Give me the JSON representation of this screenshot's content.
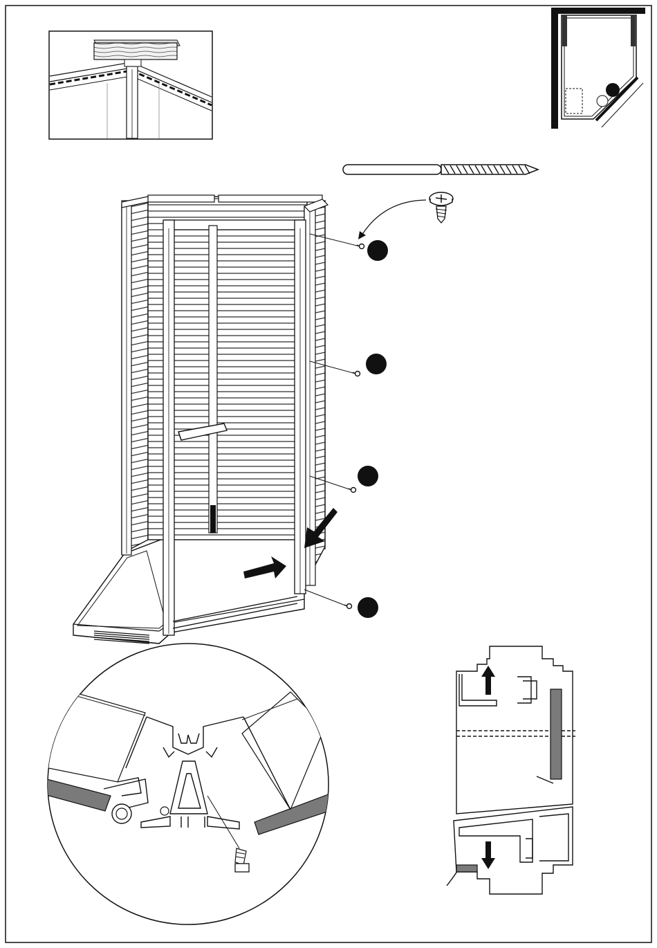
{
  "page": {
    "description_free": true
  },
  "diagram": {
    "steps": [
      "screw-1",
      "screw-2",
      "screw-3",
      "screw-4"
    ],
    "colors": {
      "line": "#111111",
      "fill_dark": "#111111",
      "fill_grey": "#7a7a7a",
      "fill_light": "#e6e6e6",
      "paper": "#ffffff"
    },
    "icons": {
      "drill_bit": "drill-bit-icon",
      "screw": "screw-icon",
      "arrow": "arrow-icon",
      "marker": "step-marker-icon"
    }
  }
}
